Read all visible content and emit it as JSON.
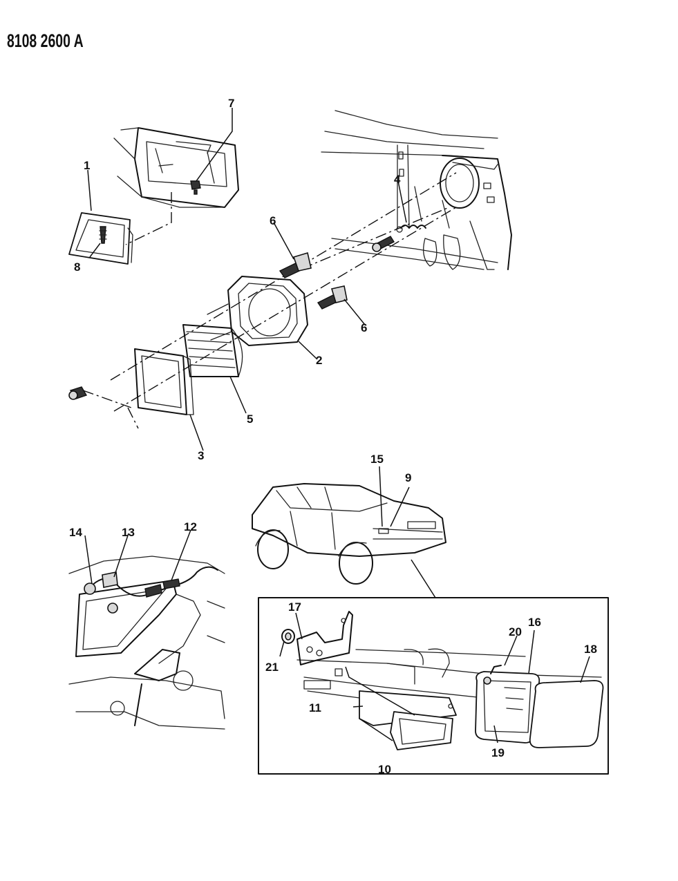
{
  "document_id": "8108 2600 A",
  "callouts": [
    {
      "label": "1"
    },
    {
      "label": "2"
    },
    {
      "label": "3"
    },
    {
      "label": "4"
    },
    {
      "label": "5"
    },
    {
      "label": "6"
    },
    {
      "label": "6"
    },
    {
      "label": "7"
    },
    {
      "label": "8"
    },
    {
      "label": "9"
    },
    {
      "label": "10"
    },
    {
      "label": "11"
    },
    {
      "label": "12"
    },
    {
      "label": "13"
    },
    {
      "label": "14"
    },
    {
      "label": "15"
    },
    {
      "label": "16"
    },
    {
      "label": "17"
    },
    {
      "label": "18"
    },
    {
      "label": "19"
    },
    {
      "label": "20"
    },
    {
      "label": "21"
    }
  ]
}
